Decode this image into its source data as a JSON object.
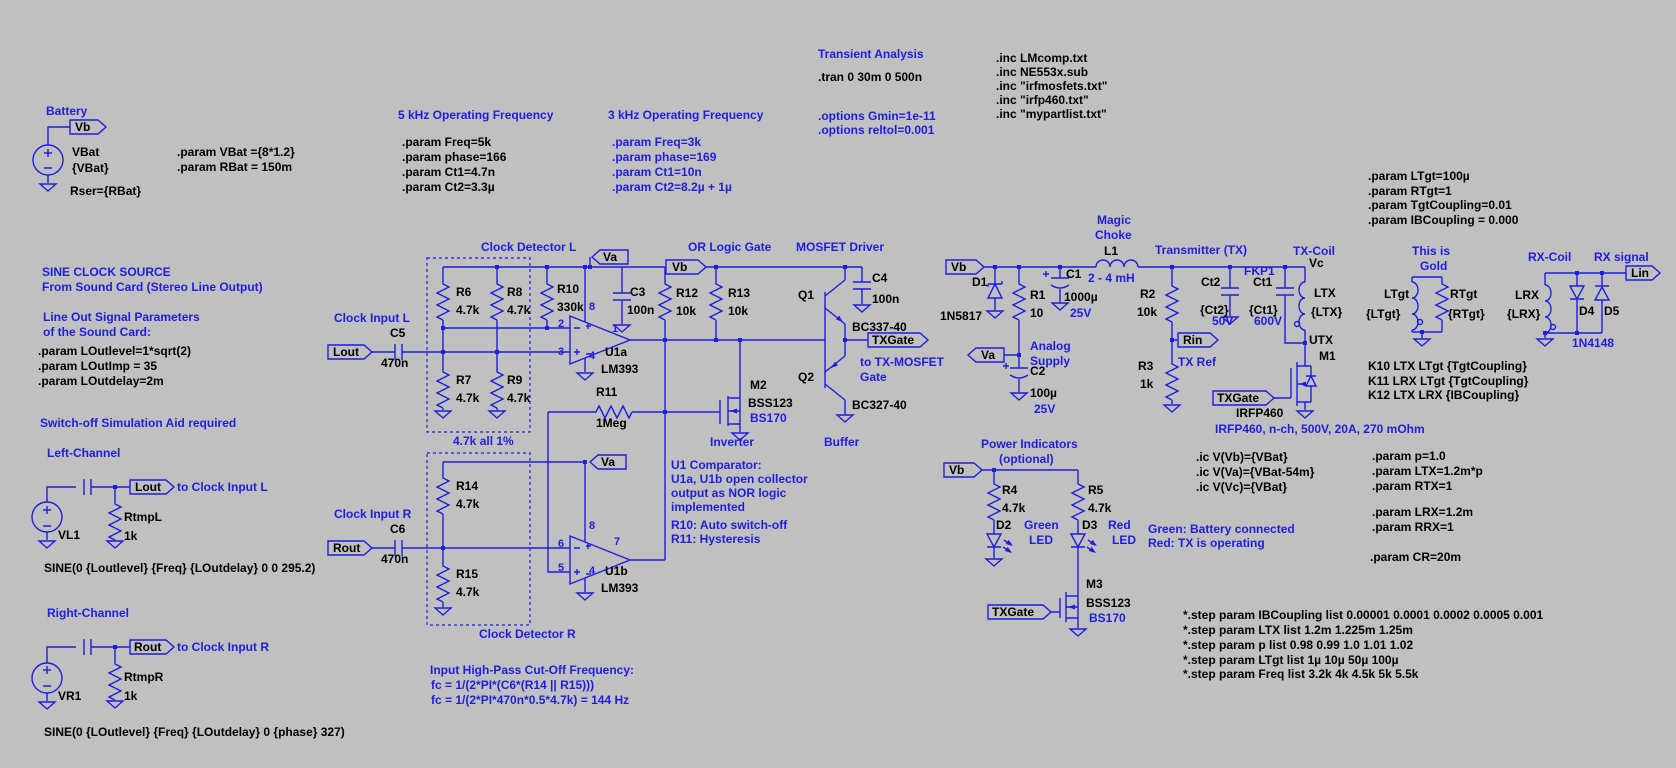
{
  "colors": {
    "background": "#c0c0c0",
    "wire_blue": "#1e1edd",
    "text_black": "#000000",
    "comment_blue": "#1e1edd"
  },
  "battery": {
    "title": "Battery",
    "flag": "Vb",
    "name": "VBat",
    "value": "{VBat}",
    "rser": "Rser={RBat}",
    "params": [
      ".param VBat ={8*1.2}",
      ".param RBat = 150m"
    ]
  },
  "freq5k": {
    "title": "5 kHz Operating Frequency",
    "lines": [
      ".param Freq=5k",
      ".param phase=166",
      ".param Ct1=4.7n",
      ".param Ct2=3.3µ"
    ]
  },
  "freq3k": {
    "title": "3 kHz Operating Frequency",
    "lines": [
      ".param Freq=3k",
      ".param phase=169",
      ".param Ct1=10n",
      ".param Ct2=8.2µ + 1µ"
    ]
  },
  "transient": {
    "title": "Transient Analysis",
    "tran": ".tran 0 30m 0 500n",
    "options": [
      ".options Gmin=1e-11",
      ".options reltol=0.001"
    ]
  },
  "includes": [
    ".inc LMcomp.txt",
    ".inc NE553x.sub",
    ".inc \"irfmosfets.txt\"",
    ".inc \"irfp460.txt\"",
    ".inc \"mypartlist.txt\""
  ],
  "sine_source": {
    "titles": [
      "SINE CLOCK SOURCE",
      "From Sound Card (Stereo Line Output)"
    ],
    "subtitles": [
      "Line Out Signal Parameters",
      "of the Sound Card:"
    ],
    "params": [
      ".param LOutlevel=1*sqrt(2)",
      ".param LOutImp = 35",
      ".param LOutdelay=2m"
    ],
    "note": "Switch-off Simulation Aid required"
  },
  "left": {
    "title": "Left-Channel",
    "source": "VL1",
    "flag": "Lout",
    "note": "to Clock Input L",
    "res": "RtmpL",
    "resv": "1k",
    "sine": "SINE(0 {Loutlevel} {Freq} {LOutdelay} 0 0 295.2)"
  },
  "right": {
    "title": "Right-Channel",
    "source": "VR1",
    "flag": "Rout",
    "note": "to Clock Input R",
    "res": "RtmpR",
    "resv": "1k",
    "sine": "SINE(0 {LOutlevel} {Freq} {LOutdelay} 0 {phase} 327)"
  },
  "cdl": {
    "title": "Clock Detector L",
    "input": "Clock Input L",
    "flag": "Lout",
    "cap": "C5",
    "capv": "470n",
    "r6n": "R6",
    "r6v": "4.7k",
    "r8n": "R8",
    "r8v": "4.7k",
    "r7n": "R7",
    "r7v": "4.7k",
    "r9n": "R9",
    "r9v": "4.7k",
    "note": "4.7k all 1%"
  },
  "cdr": {
    "title": "Clock Detector R",
    "input": "Clock Input R",
    "flag": "Rout",
    "cap": "C6",
    "capv": "470n",
    "r14n": "R14",
    "r14v": "4.7k",
    "r15n": "R15",
    "r15v": "4.7k"
  },
  "comp": {
    "r10n": "R10",
    "r10v": "330k",
    "r11n": "R11",
    "r11v": "1Meg",
    "r12n": "R12",
    "r12v": "10k",
    "c3n": "C3",
    "c3v": "100n",
    "u1an": "U1a",
    "u1ap": "LM393",
    "u1bn": "U1b",
    "u1bp": "LM393",
    "va": "Va",
    "pa": [
      "2",
      "3",
      "1",
      "8",
      "4"
    ],
    "pb": [
      "6",
      "5",
      "7",
      "8",
      "4"
    ],
    "note": [
      "U1 Comparator:",
      "U1a, U1b open collector",
      "output as NOR logic",
      "implemented"
    ],
    "note2": [
      "R10: Auto switch-off",
      "R11: Hysteresis"
    ]
  },
  "org": {
    "title": "OR Logic Gate",
    "flag": "Vb",
    "r13n": "R13",
    "r13v": "10k",
    "m2n": "M2",
    "m2p": "BSS123",
    "m2alt": "BS170",
    "inv": "Inverter"
  },
  "drv": {
    "title": "MOSFET Driver",
    "q1n": "Q1",
    "q1p": "BC337-40",
    "q2n": "Q2",
    "q2p": "BC327-40",
    "c4n": "C4",
    "c4v": "100n",
    "flag": "TXGate",
    "note": [
      "to TX-MOSFET",
      "Gate"
    ],
    "buf": "Buffer"
  },
  "hp": [
    "Input High-Pass Cut-Off Frequency:",
    "fc = 1/(2*PI*(C6*(R14 || R15)))",
    "fc = 1/(2*PI*470n*0.5*4.7k) = 144 Hz"
  ],
  "sup": {
    "flag": "Vb",
    "d1n": "D1",
    "d1p": "1N5817",
    "r1n": "R1",
    "r1v": "10",
    "c1n": "C1",
    "c1v": "1000µ",
    "c1r": "25V",
    "mt": [
      "Magic",
      "Choke"
    ],
    "l1n": "L1",
    "l1v": "2 - 4 mH",
    "an": [
      "Analog",
      "Supply"
    ],
    "va": "Va",
    "c2n": "C2",
    "c2v": "100µ",
    "c2r": "25V"
  },
  "tx": {
    "title": "Transmitter (TX)",
    "r2n": "R2",
    "r2v": "10k",
    "rin": "Rin",
    "rinnote": "TX Ref",
    "r3n": "R3",
    "r3v": "1k",
    "ct2n": "Ct2",
    "ct2v": "{Ct2}",
    "ct2r": "50V",
    "fkp": "FKP1",
    "ct1n": "Ct1",
    "ct1v": "{Ct1}",
    "ct1r": "600V",
    "coil": "TX-Coil",
    "vc": "Vc",
    "ltxn": "LTX",
    "ltxv": "{LTX}",
    "utx": "UTX",
    "m1n": "M1",
    "m1p": "IRFP460",
    "flag": "TXGate",
    "note": "IRFP460, n-ch, 500V, 20A, 270 mOhm"
  },
  "tgt": {
    "params": [
      ".param LTgt=100µ",
      ".param RTgt=1",
      ".param TgtCoupling=0.01",
      ".param IBCoupling = 0.000"
    ],
    "t1": "This is",
    "t2": "Gold",
    "ln": "LTgt",
    "lv": "{LTgt}",
    "rn": "RTgt",
    "rv": "{RTgt}",
    "k": [
      "K10 LTX LTgt {TgtCoupling}",
      "K11 LRX LTgt {TgtCoupling}",
      "K12 LTX LRX {IBCoupling}"
    ]
  },
  "rx": {
    "title": "RX-Coil",
    "signal": "RX signal",
    "flag": "Lin",
    "ln": "LRX",
    "lv": "{LRX}",
    "d4": "D4",
    "d5": "D5",
    "part": "1N4148"
  },
  "ic": [
    ".ic V(Vb)={VBat}",
    ".ic V(Va)={VBat-54m}",
    ".ic V(Vc)={VBat}"
  ],
  "txp": [
    ".param p=1.0",
    ".param LTX=1.2m*p",
    ".param RTX=1"
  ],
  "rxp": [
    ".param LRX=1.2m",
    ".param RRX=1"
  ],
  "cr": ".param CR=20m",
  "ind": {
    "t1": "Power Indicators",
    "t2": "(optional)",
    "flag": "Vb",
    "r4n": "R4",
    "r4v": "4.7k",
    "r5n": "R5",
    "r5v": "4.7k",
    "d2n": "D2",
    "d2c": "Green",
    "d2l": "LED",
    "d3n": "D3",
    "d3c": "Red",
    "d3l": "LED",
    "notes": [
      "Green: Battery connected",
      "Red: TX is operating"
    ],
    "m3n": "M3",
    "m3p": "BSS123",
    "m3alt": "BS170",
    "flag2": "TXGate"
  },
  "steps": [
    "*.step param IBCoupling list 0.00001 0.0001 0.0002 0.0005 0.001",
    "*.step param LTX list 1.2m 1.225m 1.25m",
    "*.step param p list 0.98 0.99 1.0 1.01 1.02",
    "*.step param LTgt list 1µ 10µ 50µ 100µ",
    "*.step param Freq list 3.2k 4k 4.5k 5k 5.5k"
  ]
}
